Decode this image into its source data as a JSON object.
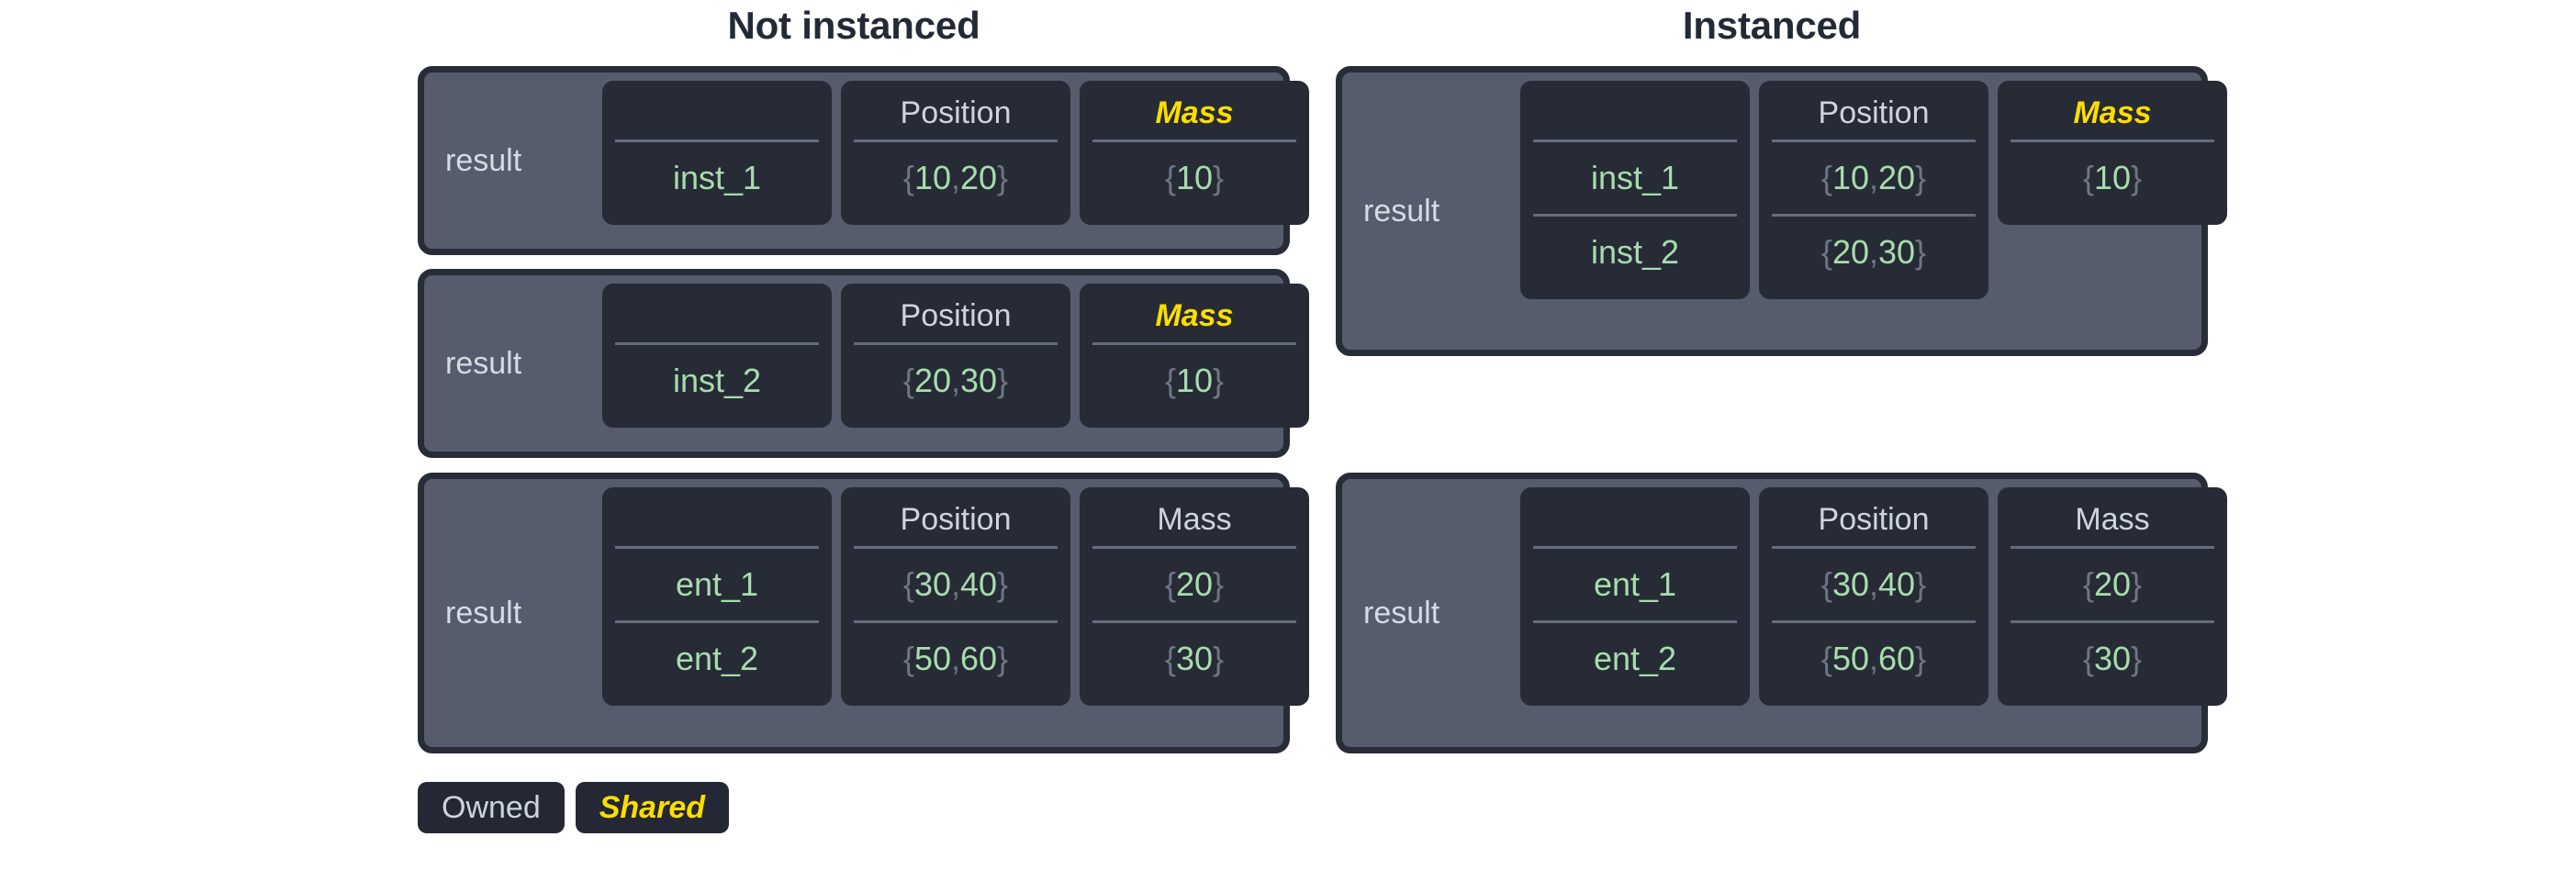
{
  "titles": {
    "left": "Not instanced",
    "right": "Instanced"
  },
  "colors": {
    "owned_text": "#ced4de",
    "shared_text": "#ffdd00",
    "value_text": "#a8dcad",
    "brace_text": "#6e7584",
    "card_fill": "#565c6c",
    "card_border": "#282c37",
    "column_fill": "#262b36",
    "divider": "#656c7d",
    "title_text": "#242936",
    "chip_fill": "#232834",
    "page_background": "#ffffff"
  },
  "labels": {
    "result": "result",
    "position": "Position",
    "mass": "Mass",
    "empty_header": ""
  },
  "legend": {
    "owned": "Owned",
    "shared": "Shared"
  },
  "panels": {
    "left_top_1": {
      "row_label": "result",
      "headers": [
        "",
        "Position",
        "Mass"
      ],
      "header_shared": [
        false,
        false,
        true
      ],
      "ids": [
        "inst_1"
      ],
      "positions": [
        "{10, 20}"
      ],
      "masses": [
        "{10}"
      ]
    },
    "left_top_2": {
      "row_label": "result",
      "headers": [
        "",
        "Position",
        "Mass"
      ],
      "header_shared": [
        false,
        false,
        true
      ],
      "ids": [
        "inst_2"
      ],
      "positions": [
        "{20, 30}"
      ],
      "masses": [
        "{10}"
      ]
    },
    "left_bottom": {
      "row_label": "result",
      "headers": [
        "",
        "Position",
        "Mass"
      ],
      "header_shared": [
        false,
        false,
        false
      ],
      "ids": [
        "ent_1",
        "ent_2"
      ],
      "positions": [
        "{30, 40}",
        "{50, 60}"
      ],
      "masses": [
        "{20}",
        "{30}"
      ]
    },
    "right_top": {
      "row_label": "result",
      "headers": [
        "",
        "Position",
        "Mass"
      ],
      "header_shared": [
        false,
        false,
        true
      ],
      "ids": [
        "inst_1",
        "inst_2"
      ],
      "positions": [
        "{10, 20}",
        "{20, 30}"
      ],
      "masses": [
        "{10}"
      ]
    },
    "right_bottom": {
      "row_label": "result",
      "headers": [
        "",
        "Position",
        "Mass"
      ],
      "header_shared": [
        false,
        false,
        false
      ],
      "ids": [
        "ent_1",
        "ent_2"
      ],
      "positions": [
        "{30, 40}",
        "{50, 60}"
      ],
      "masses": [
        "{20}",
        "{30}"
      ]
    }
  },
  "cells": {
    "lt1_id1": "inst_1",
    "lt1_pos1": "{10, 20}",
    "lt1_mass1": "{10}",
    "lt2_id1": "inst_2",
    "lt2_pos1": "{20, 30}",
    "lt2_mass1": "{10}",
    "lb_id1": "ent_1",
    "lb_id2": "ent_2",
    "lb_pos1": "{30, 40}",
    "lb_pos2": "{50, 60}",
    "lb_mass1": "{20}",
    "lb_mass2": "{30}",
    "rt_id1": "inst_1",
    "rt_id2": "inst_2",
    "rt_pos1": "{10, 20}",
    "rt_pos2": "{20, 30}",
    "rt_mass1": "{10}",
    "rb_id1": "ent_1",
    "rb_id2": "ent_2",
    "rb_pos1": "{30, 40}",
    "rb_pos2": "{50, 60}",
    "rb_mass1": "{20}",
    "rb_mass2": "{30}"
  }
}
